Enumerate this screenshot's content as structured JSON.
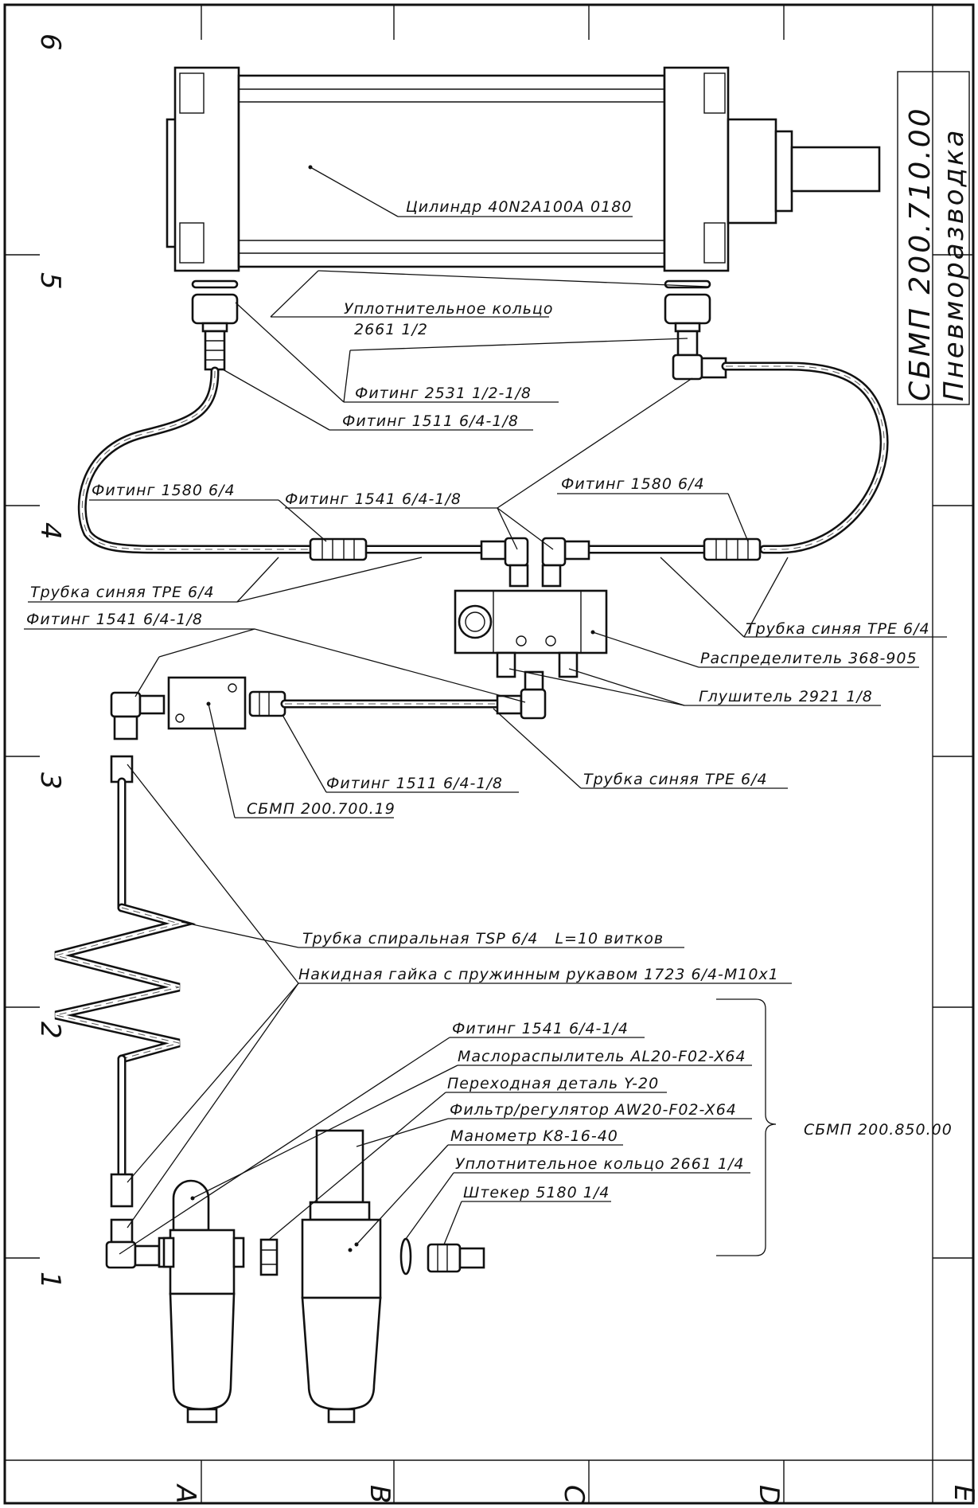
{
  "title": {
    "code": "СБМП 200.710.00",
    "name": "Пневморазводка"
  },
  "zones": {
    "rows": [
      "6",
      "5",
      "4",
      "3",
      "2",
      "1"
    ],
    "columns": [
      "A",
      "B",
      "C",
      "D",
      "E"
    ]
  },
  "labels": {
    "cylinder": "Цилиндр 40N2A100A 0180",
    "seal_ring_1": "Уплотнительное кольцо",
    "seal_ring_1_size": "2661 1/2",
    "fitting_2531": "Фитинг 2531 1/2-1/8",
    "fitting_1511_top": "Фитинг 1511 6/4-1/8",
    "fitting_1580_left": "Фитинг 1580 6/4",
    "fitting_1541_18_mid": "Фитинг 1541 6/4-1/8",
    "fitting_1580_right": "Фитинг 1580 6/4",
    "tube_left": "Трубка синяя TPE 6/4",
    "fitting_1541_18_left": "Фитинг 1541 6/4-1/8",
    "tube_right": "Трубка синяя TPE 6/4",
    "distributor": "Распределитель 368-905",
    "silencer": "Глушитель 2921 1/8",
    "fitting_1511_mid": "Фитинг 1511 6/4-1/8",
    "tube_mid": "Трубка синяя TPE 6/4",
    "assembly_700": "СБМП 200.700.19",
    "spiral_tube": "Трубка спиральная TSP 6/4   L=10 витков",
    "union_nut": "Накидная гайка с пружинным рукавом 1723 6/4-M10x1",
    "fitting_1541_14": "Фитинг 1541 6/4-1/4",
    "lubricator": "Маслораспылитель AL20-F02-X64",
    "adapter": "Переходная деталь Y-20",
    "filter_regulator": "Фильтр/регулятор AW20-F02-X64",
    "manometer": "Манометр K8-16-40",
    "seal_ring_2": "Уплотнительное кольцо 2661 1/4",
    "plug": "Штекер 5180 1/4",
    "assembly_850": "СБМП 200.850.00"
  }
}
